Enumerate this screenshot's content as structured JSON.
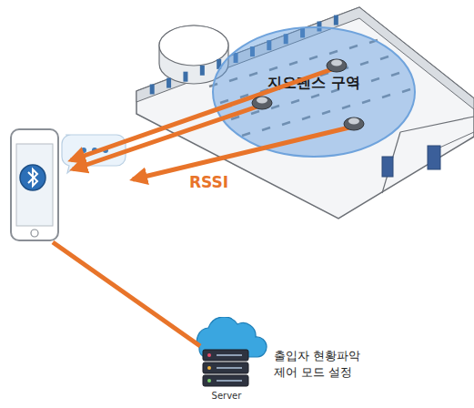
{
  "diagram": {
    "nodes": [
      {
        "text": [
          "지오펜스 구역"
        ]
      },
      {
        "text": [
          "출입자 현황파악 제어 모드 설정",
          "Server"
        ]
      }
    ],
    "labels": [
      "RSSI"
    ]
  }
}
